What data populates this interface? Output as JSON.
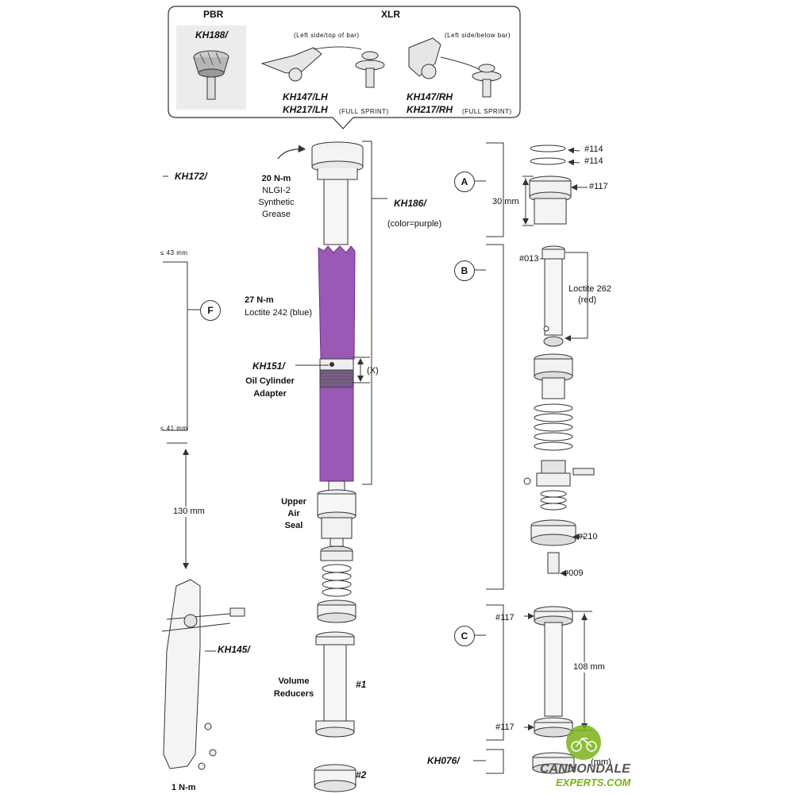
{
  "header": {
    "pbr_title": "PBR",
    "xlr_title": "XLR",
    "pbr_part": "KH188/",
    "lh_note": "(Left side/top of bar)",
    "rh_note": "(Left side/below bar)",
    "lh_part1": "KH147/LH",
    "lh_part2": "KH217/LH",
    "lh_sprint": "(FULL SPRINT)",
    "rh_part1": "KH147/RH",
    "rh_part2": "KH217/RH",
    "rh_sprint": "(FULL SPRINT)"
  },
  "center": {
    "torque1": "20 N-m",
    "grease1": "NLGI-2",
    "grease2": "Synthetic",
    "grease3": "Grease",
    "kh186": "KH186/",
    "kh186_color": "(color=purple)",
    "torque2": "27 N-m",
    "loctite242": "Loctite 242 (blue)",
    "kh151": "KH151/",
    "oil1": "Oil Cylinder",
    "oil2": "Adapter",
    "x_dim": "(X)",
    "upper1": "Upper",
    "upper2": "Air",
    "upper3": "Seal",
    "vol1": "Volume",
    "vol2": "Reducers",
    "num1": "#1",
    "num2": "#2"
  },
  "left": {
    "kh172": "KH172/",
    "dim_top": "≤ 43 mm",
    "f_letter": "F",
    "dim_bottom": "≤ 41 mm",
    "dim_130": "130 mm",
    "kh145": "KH145/",
    "torque_bottom": "1 N-m"
  },
  "right": {
    "a_letter": "A",
    "b_letter": "B",
    "c_letter": "C",
    "p114a": "#114",
    "p114b": "#114",
    "p117a": "#117",
    "dim_30": "30 mm",
    "p013": "#013",
    "loctite262_1": "Loctite 262",
    "loctite262_2": "(red)",
    "p210": "#210",
    "p009": "#009",
    "p117b": "#117",
    "dim_108": "108 mm",
    "p117c": "#117",
    "kh076": "KH076/",
    "mm_label": "(mm)"
  },
  "watermark": {
    "line1": "CANNONDALE",
    "line2": "EXPERTS.COM"
  },
  "colors": {
    "purple": "#9b59b6",
    "purple_dark": "#7d3c98",
    "line": "#333333",
    "part_fill": "#f4f4f4",
    "watermark_green": "#7ab317"
  }
}
